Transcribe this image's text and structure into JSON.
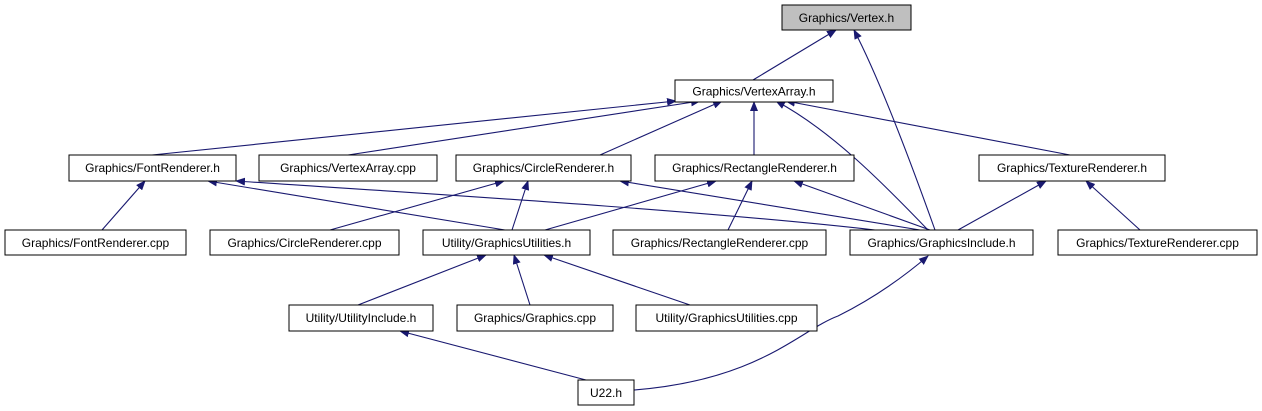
{
  "graph": {
    "edge_color": "#191970",
    "node_border": "#000000",
    "node_fill": "#ffffff",
    "root_fill": "#bfbfbf",
    "nodes": {
      "vertex_h": "Graphics/Vertex.h",
      "vertexarray_h": "Graphics/VertexArray.h",
      "fontrenderer_h": "Graphics/FontRenderer.h",
      "vertexarray_cpp": "Graphics/VertexArray.cpp",
      "circlerenderer_h": "Graphics/CircleRenderer.h",
      "rectanglerenderer_h": "Graphics/RectangleRenderer.h",
      "texturerenderer_h": "Graphics/TextureRenderer.h",
      "fontrenderer_cpp": "Graphics/FontRenderer.cpp",
      "circlerenderer_cpp": "Graphics/CircleRenderer.cpp",
      "graphicsutilities_h": "Utility/GraphicsUtilities.h",
      "rectanglerenderer_cpp": "Graphics/RectangleRenderer.cpp",
      "graphicsinclude_h": "Graphics/GraphicsInclude.h",
      "texturerenderer_cpp": "Graphics/TextureRenderer.cpp",
      "utilityinclude_h": "Utility/UtilityInclude.h",
      "graphics_cpp": "Graphics/Graphics.cpp",
      "graphicsutilities_cpp": "Utility/GraphicsUtilities.cpp",
      "u22_h": "U22.h"
    }
  }
}
